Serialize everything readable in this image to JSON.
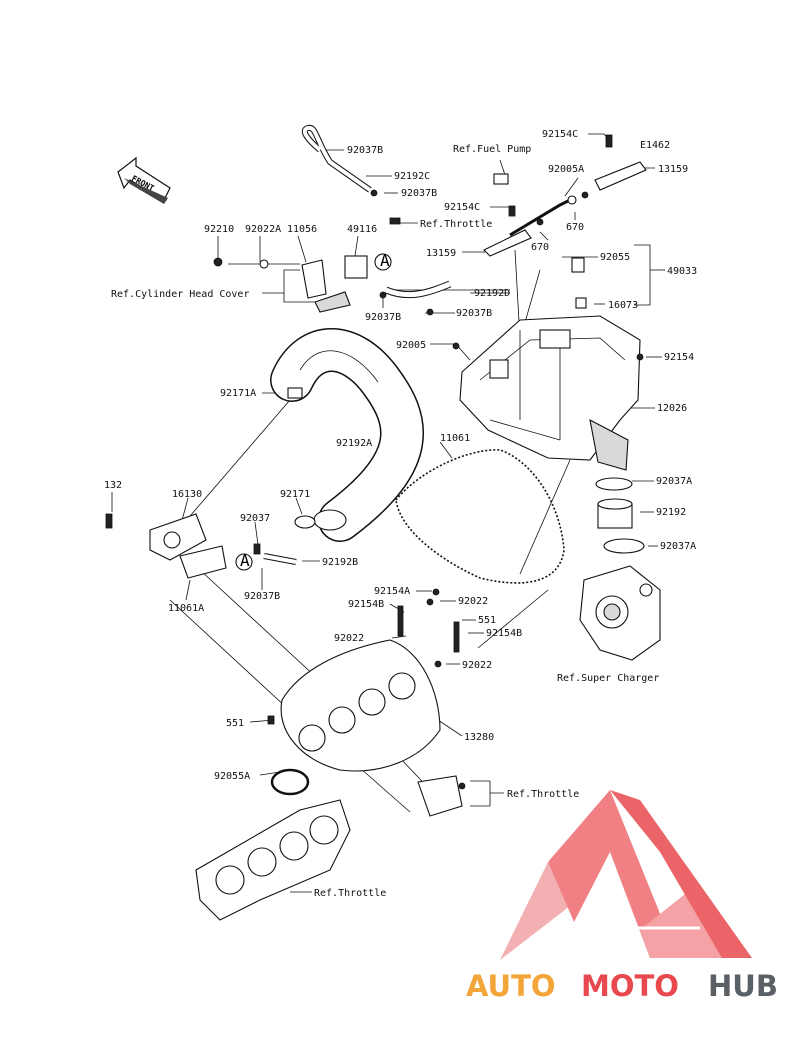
{
  "diagram": {
    "code": "E1462",
    "front_label": "FRONT",
    "callout_marker": "A",
    "labels": {
      "p92037B_top": "92037B",
      "p92192C": "92192C",
      "p92037B_mid": "92037B",
      "ref_throttle_top": "Ref.Throttle",
      "ref_fuel_pump": "Ref.Fuel Pump",
      "p92154C_top": "92154C",
      "p13159_right": "13159",
      "p92005A": "92005A",
      "p92154C_mid": "92154C",
      "p670_a": "670",
      "p670_b": "670",
      "p13159_left": "13159",
      "p92210": "92210",
      "p92022A": "92022A",
      "p11056": "11056",
      "p49116": "49116",
      "ref_cylinder_head_cover": "Ref.Cylinder Head Cover",
      "p92192D": "92192D",
      "p92037B_b": "92037B",
      "p92037B_c": "92037B",
      "p92055_top": "92055",
      "p49033": "49033",
      "p16073": "16073",
      "p92005": "92005",
      "p92154": "92154",
      "p92171A": "92171A",
      "p12026": "12026",
      "p92192A": "92192A",
      "p11061": "11061",
      "p132": "132",
      "p16130": "16130",
      "p92171": "92171",
      "p92037A_a": "92037A",
      "p92037": "92037",
      "p92192": "92192",
      "p92037A_b": "92037A",
      "p92192B": "92192B",
      "p92037B_d": "92037B",
      "p11061A": "11061A",
      "p92154A": "92154A",
      "p92154B_a": "92154B",
      "p92022_a": "92022",
      "p92022_b": "92022",
      "p551_a": "551",
      "p92154B_b": "92154B",
      "p92022_c": "92022",
      "ref_super_charger": "Ref.Super Charger",
      "p551_b": "551",
      "p13280": "13280",
      "p92055A": "92055A",
      "ref_throttle_mid": "Ref.Throttle",
      "ref_throttle_bottom": "Ref.Throttle"
    }
  },
  "watermark": {
    "word_part1": "AUTO",
    "word_part2": "MOTO",
    "word_part3": "HUB",
    "colors": {
      "orange": "#f4a53a",
      "red": "#e8494e",
      "gray": "#5b6066",
      "logo": "#ef6b6f"
    }
  }
}
